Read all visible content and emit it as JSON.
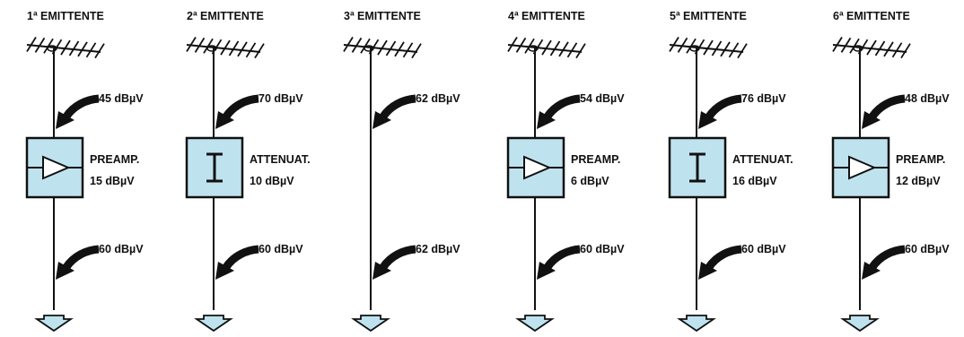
{
  "colors": {
    "ink": "#111111",
    "box_fill": "#bfe3ee",
    "output_fill": "#bfe3ee"
  },
  "stations": [
    {
      "title": "1ª EMITTENTE",
      "input_level": "45 dBµV",
      "device": "amplifier",
      "device_label": "PREAMP.",
      "device_value": "15 dBµV",
      "output_level": "60 dBµV"
    },
    {
      "title": "2ª EMITTENTE",
      "input_level": "70 dBµV",
      "device": "attenuator",
      "device_label": "ATTENUAT.",
      "device_value": "10 dBµV",
      "output_level": "60 dBµV"
    },
    {
      "title": "3ª EMITTENTE",
      "input_level": "62 dBµV",
      "device": "none",
      "device_label": "",
      "device_value": "",
      "output_level": "62 dBµV"
    },
    {
      "title": "4ª EMITTENTE",
      "input_level": "54 dBµV",
      "device": "amplifier",
      "device_label": "PREAMP.",
      "device_value": "6 dBµV",
      "output_level": "60 dBµV"
    },
    {
      "title": "5ª EMITTENTE",
      "input_level": "76 dBµV",
      "device": "attenuator",
      "device_label": "ATTENUAT.",
      "device_value": "16 dBµV",
      "output_level": "60 dBµV"
    },
    {
      "title": "6ª EMITTENTE",
      "input_level": "48 dBµV",
      "device": "amplifier",
      "device_label": "PREAMP.",
      "device_value": "12 dBµV",
      "output_level": "60 dBµV"
    }
  ]
}
